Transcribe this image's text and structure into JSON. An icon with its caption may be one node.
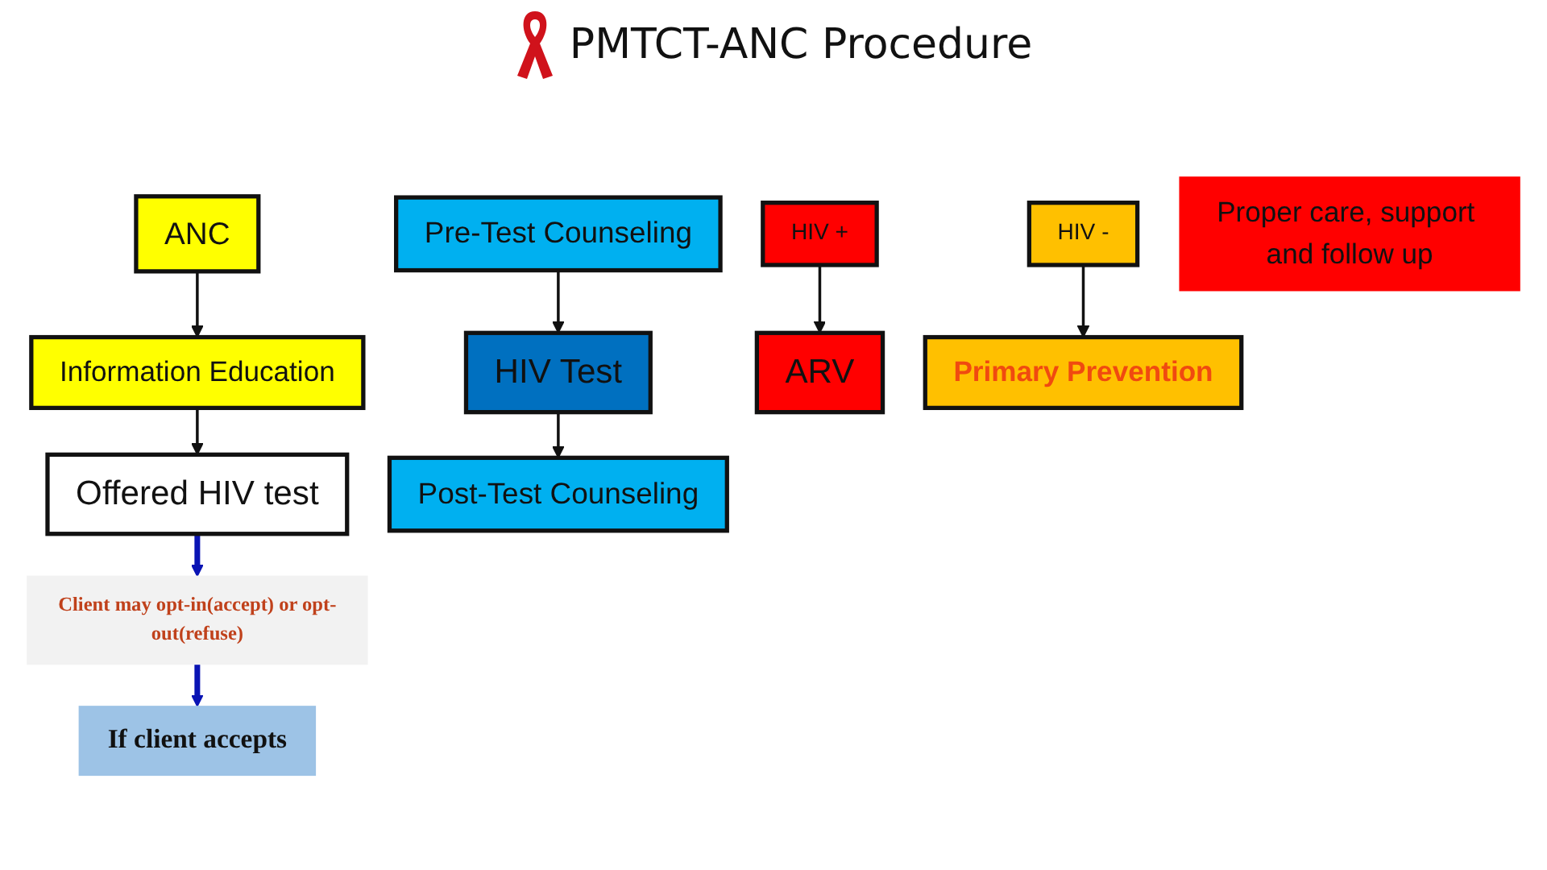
{
  "diagram": {
    "title": "PMTCT-ANC Procedure",
    "nodes": [
      {
        "text": [
          "ANC"
        ]
      },
      {
        "text": [
          "Information Education"
        ]
      },
      {
        "text": [
          "Offered HIV test"
        ]
      },
      {
        "text": [
          "Client may opt-in(accept) or opt-out(refuse)"
        ]
      },
      {
        "text": [
          "If client accepts"
        ]
      },
      {
        "text": [
          "Pre-Test Counseling"
        ]
      },
      {
        "text": [
          "HIV Test"
        ]
      },
      {
        "text": [
          "Post-Test Counseling"
        ]
      },
      {
        "text": [
          "HIV +"
        ]
      },
      {
        "text": [
          "HIV -"
        ]
      },
      {
        "text": [
          "ARV"
        ]
      },
      {
        "text": [
          "Primary Prevention"
        ]
      },
      {
        "text": [
          "Proper care, support and follow up"
        ]
      }
    ],
    "edges": [
      {
        "from": 0,
        "to": 1,
        "arrow": "to"
      },
      {
        "from": 1,
        "to": 2,
        "arrow": "to"
      },
      {
        "from": 2,
        "to": 3,
        "arrow": "to",
        "style": "thick",
        "color": "#0a14b4"
      },
      {
        "from": 3,
        "to": 4,
        "arrow": "to",
        "style": "thick",
        "color": "#0a14b4"
      },
      {
        "from": 5,
        "to": 6,
        "arrow": "to"
      },
      {
        "from": 6,
        "to": 7,
        "arrow": "to"
      },
      {
        "from": 8,
        "to": 10,
        "arrow": "to"
      },
      {
        "from": 9,
        "to": 11,
        "arrow": "to"
      }
    ]
  }
}
